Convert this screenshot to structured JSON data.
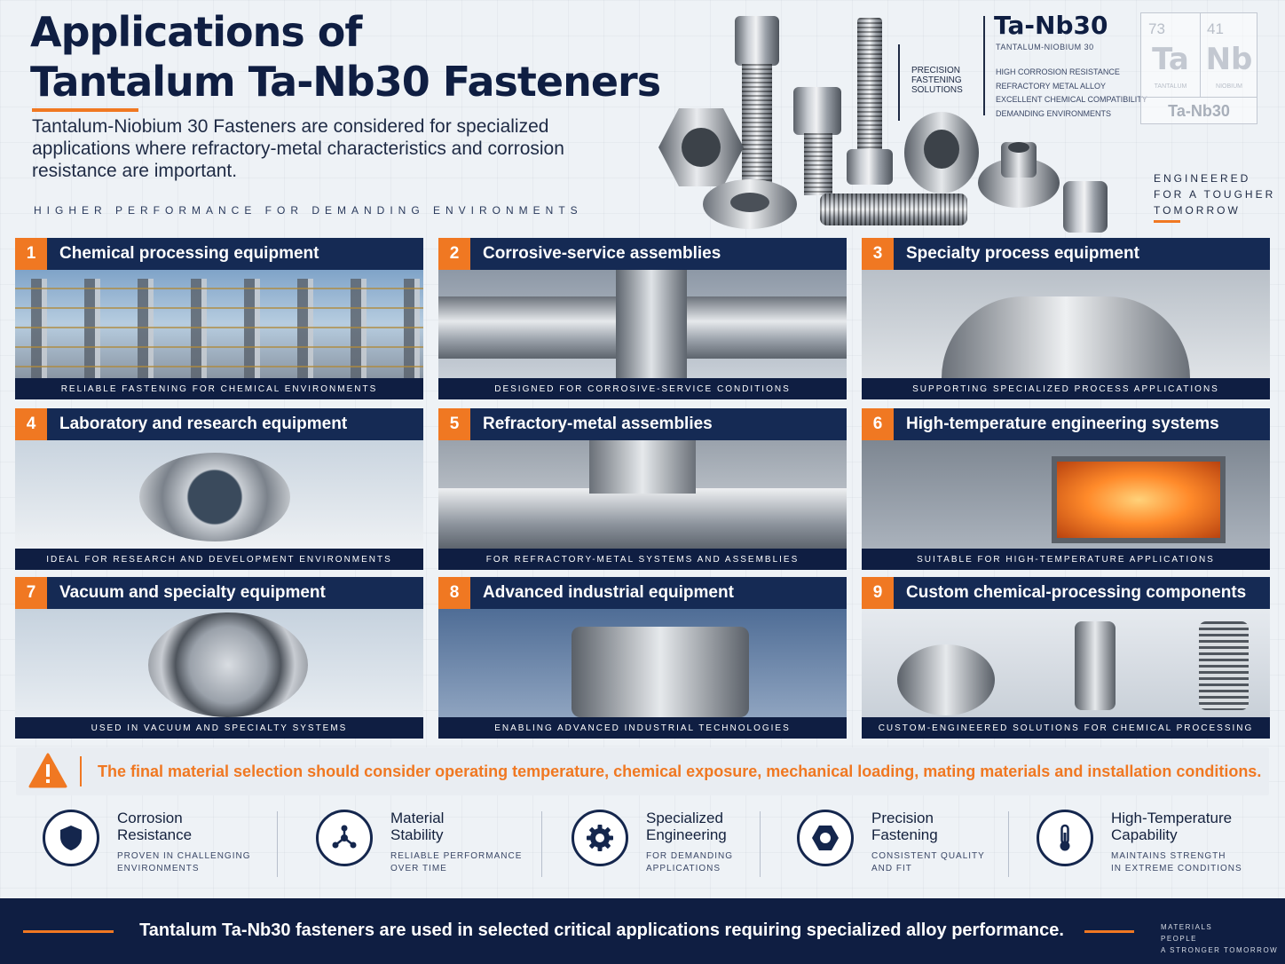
{
  "header": {
    "title_line1": "Applications of",
    "title_line2": "Tantalum Ta-Nb30 Fasteners",
    "intro_line1": "Tantalum-Niobium 30 Fasteners are considered for specialized",
    "intro_line2": "applications where refractory-metal characteristics and corrosion",
    "intro_line3": "resistance are important.",
    "tagline": "HIGHER PERFORMANCE FOR DEMANDING ENVIRONMENTS"
  },
  "hero": {
    "precision_label": [
      "PRECISION",
      "FASTENING",
      "SOLUTIONS"
    ],
    "brand_name": "Ta-Nb30",
    "brand_sub": "TANTALUM-NIOBIUM 30",
    "brand_features": [
      "HIGH CORROSION RESISTANCE",
      "REFRACTORY METAL ALLOY",
      "EXCELLENT CHEMICAL COMPATIBILITY",
      "DEMANDING ENVIRONMENTS"
    ],
    "periodic": {
      "ta_number": "73",
      "ta_symbol": "Ta",
      "ta_name": "TANTALUM",
      "nb_number": "41",
      "nb_symbol": "Nb",
      "nb_name": "NIOBIUM",
      "alloy_name": "Ta-Nb30"
    },
    "engineered": [
      "ENGINEERED",
      "FOR A TOUGHER",
      "TOMORROW"
    ]
  },
  "cards": [
    {
      "num": "1",
      "title": "Chemical processing equipment",
      "caption": "RELIABLE FASTENING FOR CHEMICAL ENVIRONMENTS"
    },
    {
      "num": "2",
      "title": "Corrosive-service assemblies",
      "caption": "DESIGNED FOR CORROSIVE-SERVICE CONDITIONS"
    },
    {
      "num": "3",
      "title": "Specialty process equipment",
      "caption": "SUPPORTING SPECIALIZED PROCESS APPLICATIONS"
    },
    {
      "num": "4",
      "title": "Laboratory and research equipment",
      "caption": "IDEAL FOR RESEARCH AND DEVELOPMENT ENVIRONMENTS"
    },
    {
      "num": "5",
      "title": "Refractory-metal assemblies",
      "caption": "FOR REFRACTORY-METAL SYSTEMS AND ASSEMBLIES"
    },
    {
      "num": "6",
      "title": "High-temperature engineering systems",
      "caption": "SUITABLE FOR HIGH-TEMPERATURE APPLICATIONS"
    },
    {
      "num": "7",
      "title": "Vacuum and specialty equipment",
      "caption": "USED IN VACUUM AND SPECIALTY SYSTEMS"
    },
    {
      "num": "8",
      "title": "Advanced industrial equipment",
      "caption": "ENABLING ADVANCED INDUSTRIAL TECHNOLOGIES"
    },
    {
      "num": "9",
      "title": "Custom chemical-processing components",
      "caption": "CUSTOM-ENGINEERED SOLUTIONS FOR CHEMICAL PROCESSING"
    }
  ],
  "warning": {
    "text": "The final material selection should consider operating temperature, chemical exposure, mechanical loading, mating materials and installation conditions.",
    "icon": "warning-triangle-icon",
    "color": "#f07822"
  },
  "features": [
    {
      "icon": "shield-icon",
      "title1": "Corrosion",
      "title2": "Resistance",
      "sub1": "PROVEN IN CHALLENGING",
      "sub2": "ENVIRONMENTS"
    },
    {
      "icon": "molecule-icon",
      "title1": "Material",
      "title2": "Stability",
      "sub1": "RELIABLE PERFORMANCE",
      "sub2": "OVER TIME"
    },
    {
      "icon": "gear-icon",
      "title1": "Specialized",
      "title2": "Engineering",
      "sub1": "FOR DEMANDING",
      "sub2": "APPLICATIONS"
    },
    {
      "icon": "hex-nut-icon",
      "title1": "Precision",
      "title2": "Fastening",
      "sub1": "CONSISTENT QUALITY",
      "sub2": "AND FIT"
    },
    {
      "icon": "thermometer-icon",
      "title1": "High-Temperature",
      "title2": "Capability",
      "sub1": "MAINTAINS STRENGTH",
      "sub2": "IN EXTREME CONDITIONS"
    }
  ],
  "footer": {
    "text": "Tantalum Ta-Nb30 fasteners are used in selected critical applications requiring specialized alloy performance.",
    "tag": [
      "MATERIALS",
      "PEOPLE",
      "A STRONGER TOMORROW"
    ]
  },
  "colors": {
    "navy": "#0f1e42",
    "accent": "#f07822"
  }
}
